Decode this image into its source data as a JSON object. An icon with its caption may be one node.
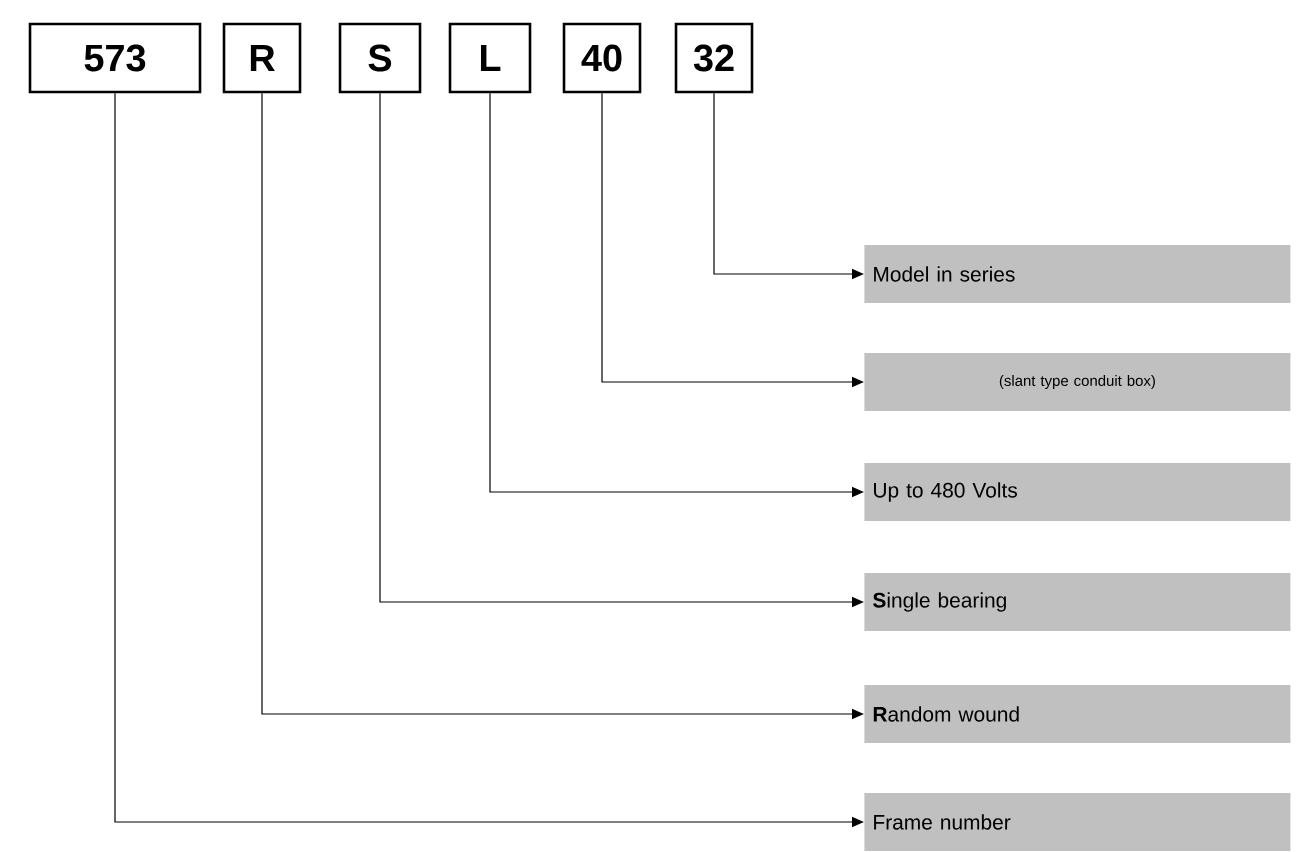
{
  "diagram": {
    "nodes": [
      {
        "text": [
          "573"
        ]
      },
      {
        "text": [
          "R"
        ]
      },
      {
        "text": [
          "S"
        ]
      },
      {
        "text": [
          "L"
        ]
      },
      {
        "text": [
          "40"
        ]
      },
      {
        "text": [
          "32"
        ]
      },
      {
        "text": [
          "Model in series"
        ]
      },
      {
        "text": [
          "(slant type conduit box)"
        ]
      },
      {
        "text": [
          "Up to 480 Volts"
        ]
      },
      {
        "text": [
          "**S**ingle bearing"
        ]
      },
      {
        "text": [
          "**R**andom wound"
        ]
      },
      {
        "text": [
          "Frame number"
        ]
      }
    ],
    "edges": [
      {
        "from": 5,
        "to": 6,
        "arrow": "to"
      },
      {
        "from": 4,
        "to": 7,
        "arrow": "to"
      },
      {
        "from": 3,
        "to": 8,
        "arrow": "to"
      },
      {
        "from": 2,
        "to": 9,
        "arrow": "to"
      },
      {
        "from": 1,
        "to": 10,
        "arrow": "to"
      },
      {
        "from": 0,
        "to": 11,
        "arrow": "to"
      }
    ]
  }
}
